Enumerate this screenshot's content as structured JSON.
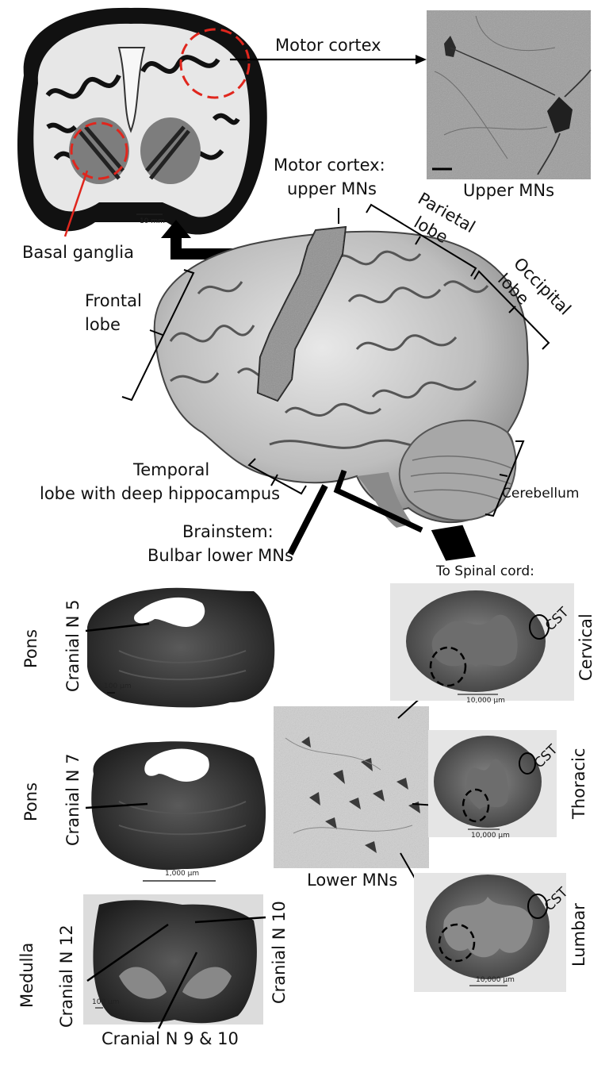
{
  "top": {
    "motor_cortex_label": "Motor cortex",
    "upper_mns_label": "Upper MNs",
    "basal_ganglia_label": "Basal ganglia",
    "scale_10mm": "10 mm"
  },
  "brain": {
    "motor_cortex_title_1": "Motor cortex:",
    "motor_cortex_title_2": "upper MNs",
    "parietal_1": "Parietal",
    "parietal_2": "lobe",
    "occipital_1": "Occipital",
    "occipital_2": "lobe",
    "frontal_1": "Frontal",
    "frontal_2": "lobe",
    "temporal_1": "Temporal",
    "temporal_2": "lobe with deep hippocampus",
    "cerebellum": "Cerebellum",
    "brainstem_1": "Brainstem:",
    "brainstem_2": "Bulbar lower MNs",
    "to_spinal": "To Spinal cord:"
  },
  "left_sections": {
    "pons": "Pons",
    "cranial_n5": "Cranial N 5",
    "cranial_n7": "Cranial N 7",
    "medulla": "Medulla",
    "cranial_n12": "Cranial N 12",
    "cranial_n10": "Cranial N 10",
    "cranial_n9_10": "Cranial N 9 & 10",
    "scale_100um": "100 µm",
    "scale_1000um": "1,000 µm"
  },
  "center": {
    "lower_mns": "Lower MNs"
  },
  "spinal": {
    "cervical": "Cervical",
    "thoracic": "Thoracic",
    "lumbar": "Lumbar",
    "cst": "CST",
    "scale_10000um": "10,000 µm"
  },
  "colors": {
    "annotation_red": "#e0261d",
    "tissue_dark": "#222222",
    "arrow_black": "#000000"
  }
}
